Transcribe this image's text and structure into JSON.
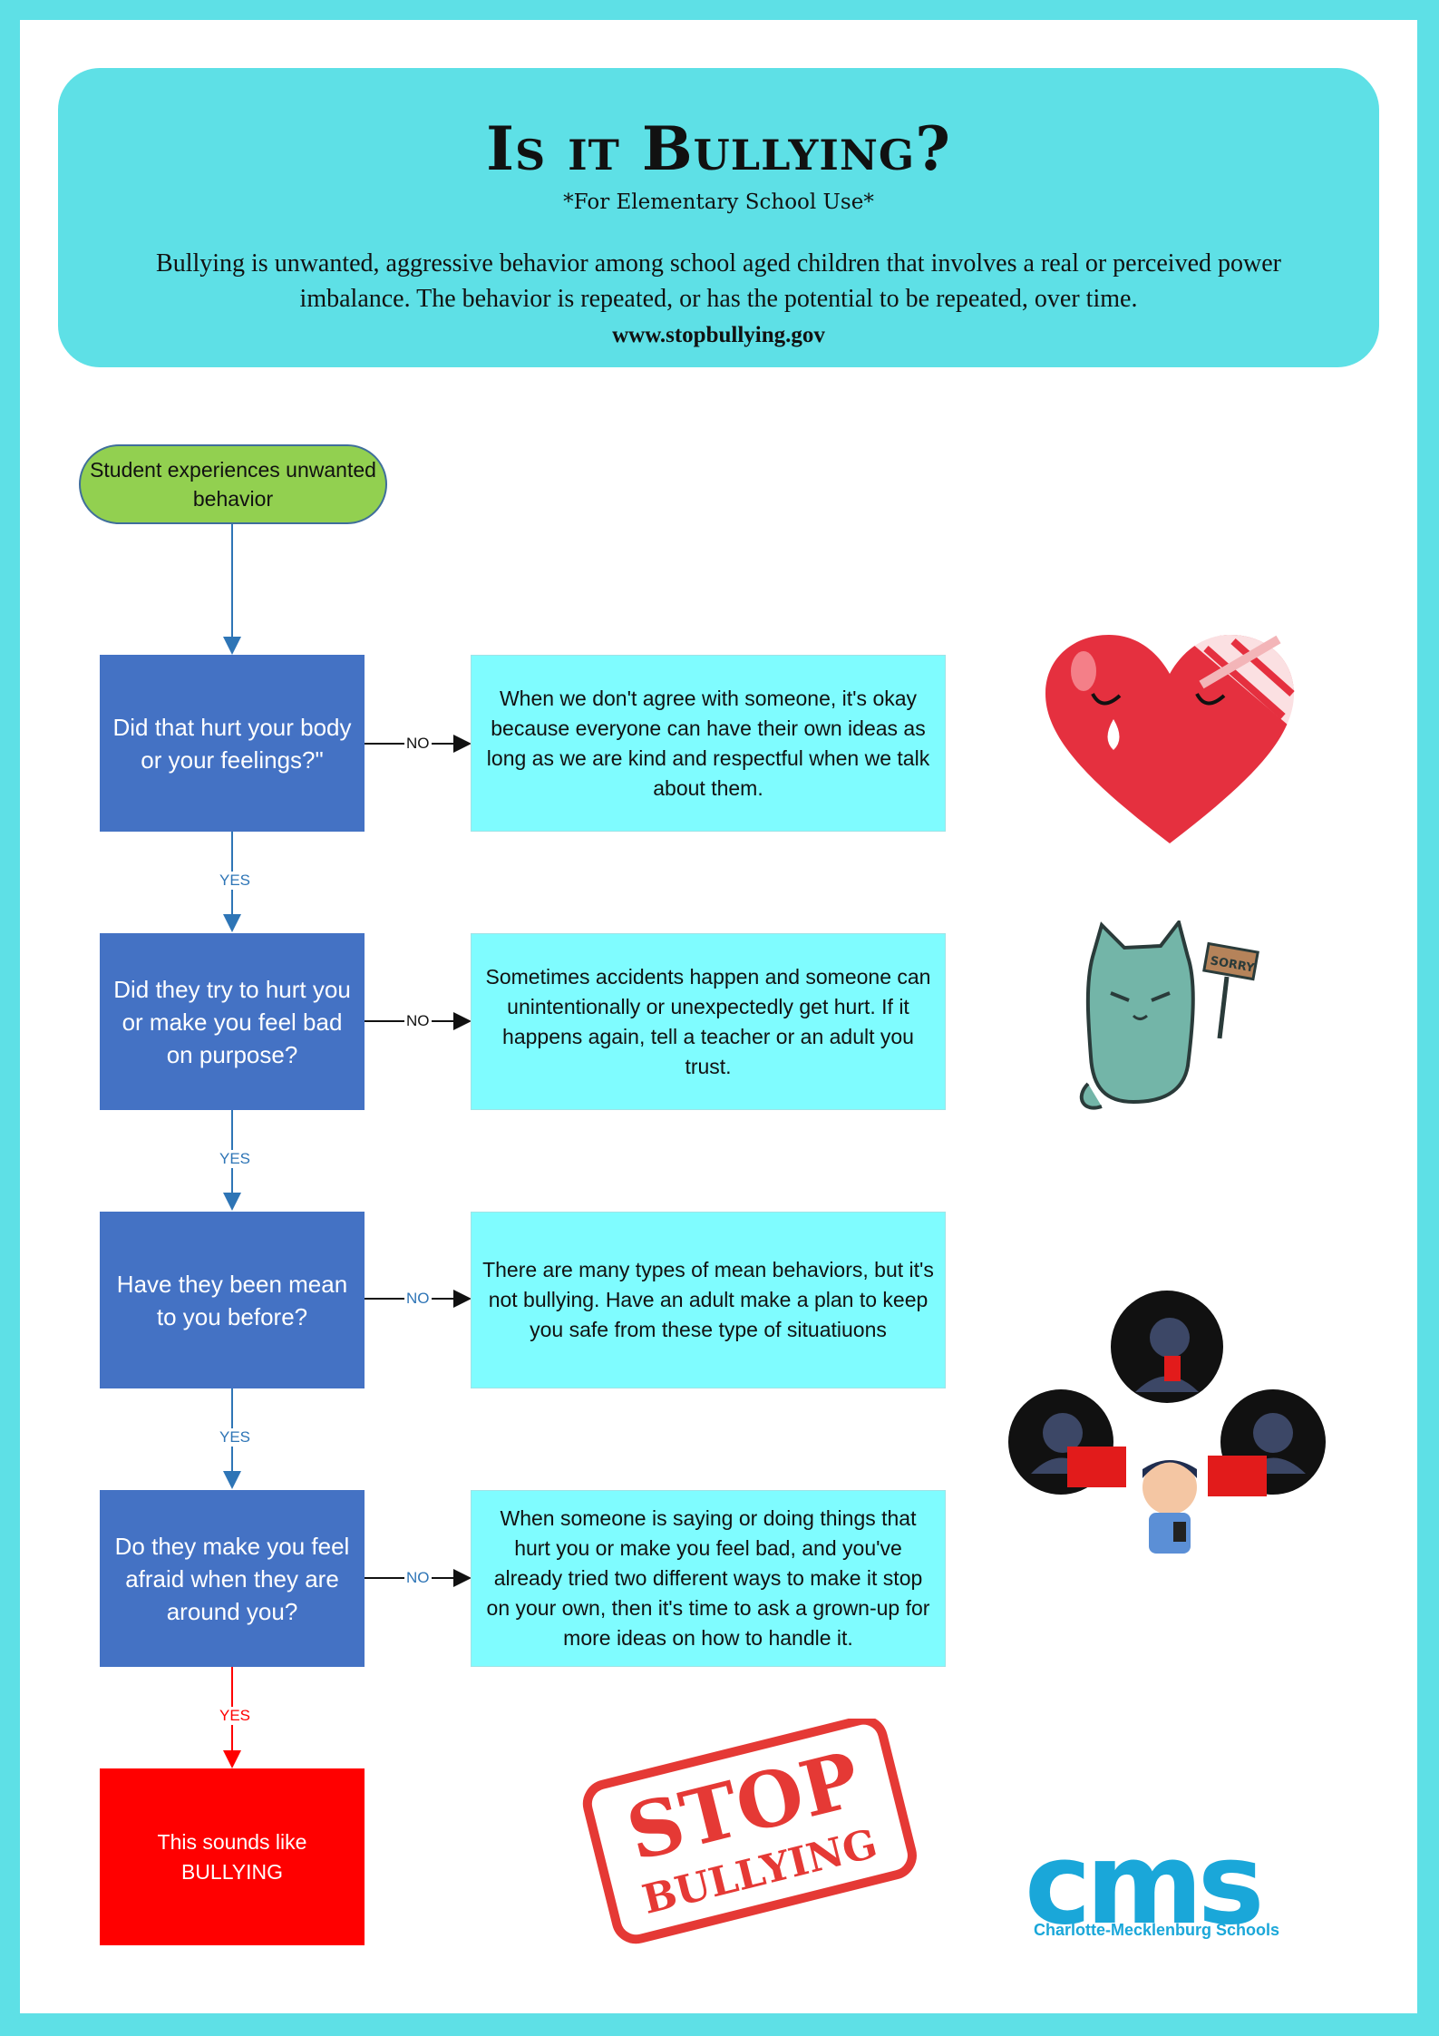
{
  "header": {
    "title": "Is it Bullying?",
    "subtitle": "*For Elementary School Use*",
    "definition": "Bullying is unwanted, aggressive behavior among school aged children that involves a real or perceived power imbalance. The behavior is repeated, or has the potential to be repeated, over time.",
    "url": "www.stopbullying.gov"
  },
  "flow": {
    "start": "Student experiences unwanted behavior",
    "steps": [
      {
        "question": "Did that hurt your body or your feelings?\"",
        "answer": "When we don't agree with someone, it's okay because everyone can have their own ideas as long as we are kind and respectful when we talk about them."
      },
      {
        "question": "Did they try to hurt you or make you feel bad on purpose?",
        "answer": "Sometimes accidents happen and someone can unintentionally or unexpectedly get hurt. If it happens again, tell a teacher or an adult you trust."
      },
      {
        "question": "Have they been mean to you before?",
        "answer": "There are many types of mean behaviors, but it's not bullying. Have an adult make a plan to keep you safe from these type of situatiuons"
      },
      {
        "question": "Do they make you feel afraid when they are around you?",
        "answer": "When someone is saying or doing things that hurt you or make you feel bad, and you've already tried two different ways to make it stop on your own, then it's time to ask a grown-up for more ideas on how to handle it."
      }
    ],
    "result": "This sounds like\nBULLYING",
    "yes_label": "YES",
    "no_label": "NO"
  },
  "stamp": {
    "line1": "STOP",
    "line2": "BULLYING"
  },
  "sorry_sign": "SORRY",
  "logo": {
    "mark": "cms",
    "name": "Charlotte-Mecklenburg Schools"
  },
  "colors": {
    "border": "#5ee0e6",
    "start": "#92d050",
    "question": "#4472c4",
    "answer": "#7ffcff",
    "result": "#ff0000",
    "stamp": "#e53935",
    "logo": "#1aa7d9"
  },
  "icons": [
    "broken-heart-icon",
    "sorry-cat-icon",
    "cyberbullying-icon",
    "stop-bullying-stamp-icon",
    "cms-logo-icon"
  ]
}
